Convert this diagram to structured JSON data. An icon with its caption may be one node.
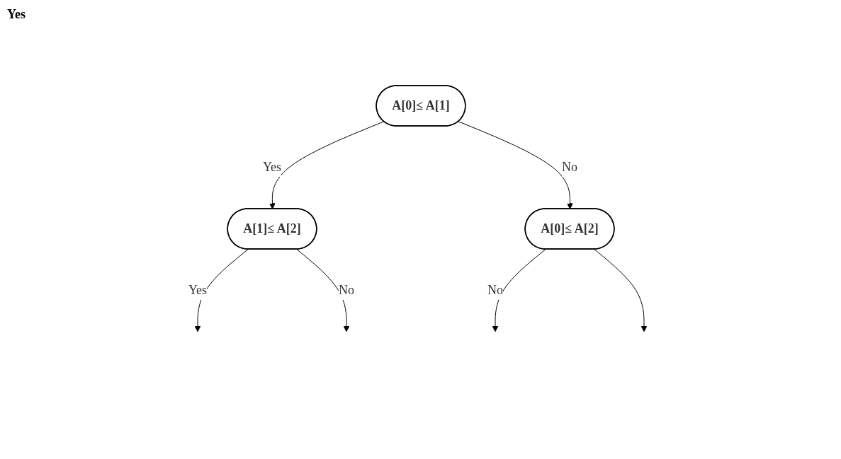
{
  "diagram": {
    "nodes": [
      {
        "text": [
          "A[0]≤ A[1]"
        ]
      },
      {
        "text": [
          "A[1]≤ A[2]"
        ]
      },
      {
        "text": [
          "A[0]≤ A[2]"
        ]
      }
    ],
    "edges": [
      {
        "from": 0,
        "to": 1,
        "arrow": "to",
        "label": "Yes"
      },
      {
        "from": 0,
        "to": 2,
        "arrow": "to",
        "label": "No"
      },
      {
        "from": 1,
        "to": null,
        "arrow": "to",
        "label": "Yes"
      },
      {
        "from": 1,
        "to": null,
        "arrow": "to",
        "label": "No"
      },
      {
        "from": 2,
        "to": null,
        "arrow": "to",
        "label": "No"
      },
      {
        "from": 2,
        "to": null,
        "arrow": "to"
      }
    ],
    "labels": [
      "Yes"
    ]
  }
}
